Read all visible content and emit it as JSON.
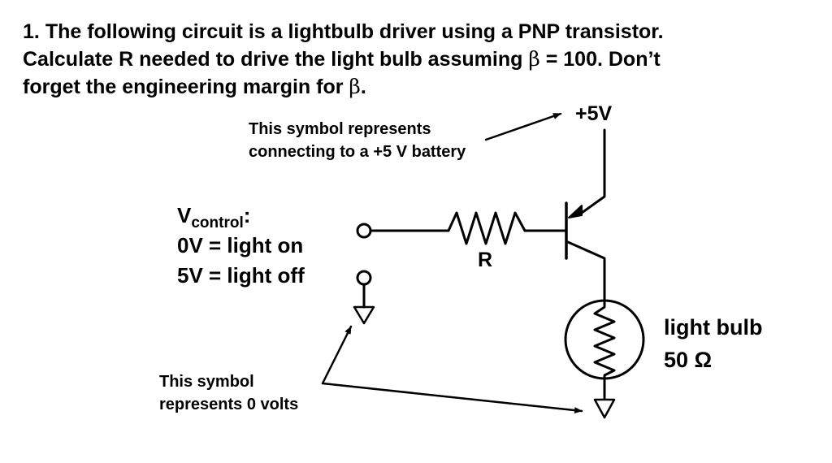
{
  "question": {
    "number": "1.",
    "line1": "The following circuit is a lightbulb driver using a PNP transistor.",
    "line2_a": "Calculate R needed to drive the light bulb assuming ",
    "beta_symbol": "β",
    "line2_b": " = 100.  Don’t",
    "line3_a": "forget the engineering margin for ",
    "line3_b": "."
  },
  "annotations": {
    "battery_note_line1": "This symbol represents",
    "battery_note_line2": "connecting to a +5 V battery",
    "supply_label": "+5V",
    "ground_note_line1": "This symbol",
    "ground_note_line2": "represents 0 volts"
  },
  "control": {
    "label_main": "V",
    "label_sub": "control",
    "label_colon": ":",
    "state_on": "0V = light on",
    "state_off": "5V = light off"
  },
  "components": {
    "resistor_label": "R",
    "bulb_label": "light bulb",
    "bulb_value": "50 Ω"
  }
}
